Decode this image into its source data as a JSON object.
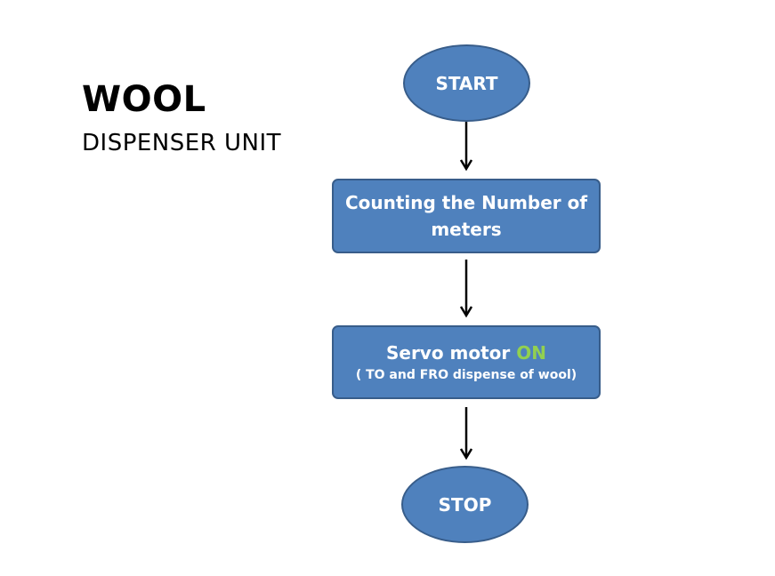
{
  "title": {
    "main": "WOOL",
    "sub": "DISPENSER UNIT"
  },
  "flowchart": {
    "start": "START",
    "count_step": "Counting the Number of meters",
    "servo_step": {
      "main": "Servo motor",
      "state": "ON",
      "detail": "( TO and FRO dispense of wool)"
    },
    "stop": "STOP"
  },
  "colors": {
    "node_fill": "#4f81bd",
    "node_border": "#385d8a",
    "on_text": "#92d050"
  }
}
